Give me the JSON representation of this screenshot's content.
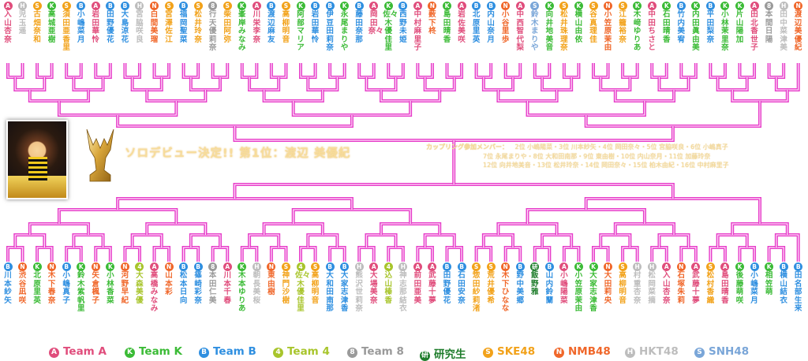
{
  "colors": {
    "bracket": "#e63cc8",
    "bracket_highlight": "#ffe0fb",
    "team_a": "#e04d7c",
    "team_k": "#3bbb36",
    "team_b": "#2f8fe0",
    "team_4": "#a8c52c",
    "team_8": "#9a9a9a",
    "kenkyusei": "#1f7d2c",
    "ske48": "#f2a21a",
    "nmb48": "#f0672a",
    "hkt48": "#bdbdbd",
    "snh48": "#7aa6d8"
  },
  "teams": {
    "A": {
      "mark": "A",
      "label": "Team A",
      "color": "#e04d7c"
    },
    "K": {
      "mark": "K",
      "label": "Team K",
      "color": "#3bbb36"
    },
    "B": {
      "mark": "B",
      "label": "Team B",
      "color": "#2f8fe0"
    },
    "4": {
      "mark": "4",
      "label": "Team 4",
      "color": "#a8c52c"
    },
    "8": {
      "mark": "8",
      "label": "Team 8",
      "color": "#9a9a9a"
    },
    "R": {
      "mark": "研",
      "label": "研究生",
      "color": "#1f7d2c"
    },
    "S": {
      "mark": "S",
      "label": "SKE48",
      "color": "#f2a21a"
    },
    "N": {
      "mark": "N",
      "label": "NMB48",
      "color": "#f0672a"
    },
    "H": {
      "mark": "H",
      "label": "HKT48",
      "color": "#bdbdbd"
    },
    "C": {
      "mark": "S",
      "label": "SNH48",
      "color": "#7aa6d8"
    }
  },
  "legend_order": [
    "A",
    "K",
    "B",
    "4",
    "8",
    "R",
    "S",
    "N",
    "H",
    "C"
  ],
  "top_entrants": [
    {
      "team": "A",
      "name": "入山杏奈"
    },
    {
      "team": "H",
      "name": "児玉遥"
    },
    {
      "team": "S",
      "name": "古畑奈和"
    },
    {
      "team": "K",
      "name": "高城亜樹"
    },
    {
      "team": "S",
      "name": "須田亜香里"
    },
    {
      "team": "B",
      "name": "小嶋菜月"
    },
    {
      "team": "A",
      "name": "岩田華怜"
    },
    {
      "team": "B",
      "name": "田野優花"
    },
    {
      "team": "B",
      "name": "大島涼花"
    },
    {
      "team": "H",
      "name": "宮脇咲良"
    },
    {
      "team": "N",
      "name": "白間美瑠"
    },
    {
      "team": "S",
      "name": "宮澤佐江"
    },
    {
      "team": "B",
      "name": "福岡聖菜"
    },
    {
      "team": "S",
      "name": "松井玲奈"
    },
    {
      "team": "8",
      "name": "行天優莉奈"
    },
    {
      "team": "S",
      "name": "柴田阿弥"
    },
    {
      "team": "K",
      "name": "峯岸みなみ"
    },
    {
      "team": "A",
      "name": "川栄李奈"
    },
    {
      "team": "B",
      "name": "渡辺麻友"
    },
    {
      "team": "S",
      "name": "高柳明音"
    },
    {
      "team": "K",
      "name": "阿部マリア"
    },
    {
      "team": "B",
      "name": "岩田華怜"
    },
    {
      "team": "B",
      "name": "伊豆田莉奈"
    },
    {
      "team": "K",
      "name": "永尾まりや"
    },
    {
      "team": "B",
      "name": "藤田奈那"
    },
    {
      "team": "A",
      "name": "岡田奈々"
    },
    {
      "team": "K",
      "name": "佐々木優佳里"
    },
    {
      "team": "B",
      "name": "西野未姫"
    },
    {
      "team": "A",
      "name": "中村麻里子"
    },
    {
      "team": "N",
      "name": "薮下柊"
    },
    {
      "team": "K",
      "name": "島田晴香"
    },
    {
      "team": "A",
      "name": "岩佐美咲"
    },
    {
      "team": "B",
      "name": "北原里英"
    },
    {
      "team": "B",
      "name": "内山奈月"
    },
    {
      "team": "N",
      "name": "小谷里歩"
    },
    {
      "team": "A",
      "name": "中西智代梨"
    },
    {
      "team": "C",
      "name": "鈴木まりや"
    },
    {
      "team": "K",
      "name": "向井地美音"
    },
    {
      "team": "S",
      "name": "松井珠理奈"
    },
    {
      "team": "K",
      "name": "横山由依"
    },
    {
      "team": "S",
      "name": "谷真理佳"
    },
    {
      "team": "N",
      "name": "小笠原茉由"
    },
    {
      "team": "S",
      "name": "江籠裕奈"
    },
    {
      "team": "K",
      "name": "木﨑ゆりあ"
    },
    {
      "team": "A",
      "name": "中田ちさと"
    },
    {
      "team": "K",
      "name": "石田晴香"
    },
    {
      "team": "B",
      "name": "竹内美宥"
    },
    {
      "team": "K",
      "name": "内田眞由美"
    },
    {
      "team": "B",
      "name": "平田梨奈"
    },
    {
      "team": "K",
      "name": "小林茉里奈"
    },
    {
      "team": "K",
      "name": "片山陽加"
    },
    {
      "team": "A",
      "name": "田北香世子"
    },
    {
      "team": "8",
      "name": "本間日陽"
    },
    {
      "team": "H",
      "name": "田中菜津美"
    },
    {
      "team": "N",
      "name": "渡辺美優紀"
    }
  ],
  "bottom_entrants": [
    {
      "team": "B",
      "name": "川本紗矢"
    },
    {
      "team": "N",
      "name": "渋谷凪咲"
    },
    {
      "team": "K",
      "name": "北原里英"
    },
    {
      "team": "N",
      "name": "木下春奈"
    },
    {
      "team": "B",
      "name": "小嶋真子"
    },
    {
      "team": "K",
      "name": "鈴木紫帆里"
    },
    {
      "team": "N",
      "name": "矢倉楓子"
    },
    {
      "team": "K",
      "name": "小林香菜"
    },
    {
      "team": "N",
      "name": "河野早紀"
    },
    {
      "team": "4",
      "name": "大森美優"
    },
    {
      "team": "A",
      "name": "高橋みなみ"
    },
    {
      "team": "N",
      "name": "山本彩"
    },
    {
      "team": "B",
      "name": "松本日向"
    },
    {
      "team": "B",
      "name": "篠崎彩奈"
    },
    {
      "team": "8",
      "name": "本田仁美"
    },
    {
      "team": "A",
      "name": "川本千春"
    },
    {
      "team": "K",
      "name": "木本ゆりあ"
    },
    {
      "team": "H",
      "name": "朝長美桜"
    },
    {
      "team": "N",
      "name": "東由樹"
    },
    {
      "team": "S",
      "name": "神門沙樹"
    },
    {
      "team": "4",
      "name": "佐々木優佳里"
    },
    {
      "team": "S",
      "name": "高柳明音"
    },
    {
      "team": "B",
      "name": "大和田南那"
    },
    {
      "team": "B",
      "name": "大家志津香"
    },
    {
      "team": "H",
      "name": "熊沢世莉奈"
    },
    {
      "team": "A",
      "name": "大場美奈"
    },
    {
      "team": "4",
      "name": "込山榛香"
    },
    {
      "team": "H",
      "name": "神志那結衣"
    },
    {
      "team": "A",
      "name": "前田亜美"
    },
    {
      "team": "A",
      "name": "武藤十夢"
    },
    {
      "team": "B",
      "name": "田野優花"
    },
    {
      "team": "B",
      "name": "石田安奈"
    },
    {
      "team": "S",
      "name": "惣田紗莉渚"
    },
    {
      "team": "S",
      "name": "荒井優希"
    },
    {
      "team": "N",
      "name": "木下ひなな"
    },
    {
      "team": "B",
      "name": "野中美郷"
    },
    {
      "team": "R",
      "name": "飯野雅"
    },
    {
      "team": "B",
      "name": "山内鈴蘭"
    },
    {
      "team": "A",
      "name": "小嶋陽菜"
    },
    {
      "team": "K",
      "name": "小笠原茉由"
    },
    {
      "team": "K",
      "name": "大家志津香"
    },
    {
      "team": "N",
      "name": "大田莉央"
    },
    {
      "team": "S",
      "name": "高柳明音"
    },
    {
      "team": "H",
      "name": "村重杏奈"
    },
    {
      "team": "H",
      "name": "松岡菜摘"
    },
    {
      "team": "A",
      "name": "入山杏奈"
    },
    {
      "team": "N",
      "name": "石塚朱莉"
    },
    {
      "team": "A",
      "name": "武藤十夢"
    },
    {
      "team": "S",
      "name": "松村香織"
    },
    {
      "team": "A",
      "name": "島田晴香"
    },
    {
      "team": "K",
      "name": "後藤萌咲"
    },
    {
      "team": "B",
      "name": "小嶋菜月"
    },
    {
      "team": "K",
      "name": "相笠萌"
    },
    {
      "team": "B",
      "name": "横山結衣"
    },
    {
      "team": "B",
      "name": "田名部生来"
    }
  ],
  "banner_text": "ソロデビュー決定!! 第1位：渡辺 美優紀",
  "couplings": {
    "label": "カップリング参加メンバー：",
    "lines": [
      "2位 小嶋陽菜・3位 川本紗矢・4位 岡田奈々・5位 宮脇咲良・6位 小嶋真子",
      "7位 永尾まりや・8位 大和田南那・9位 東由樹・10位 内山奈月・11位 加藤玲奈",
      "12位 向井地美音・13位 松井玲奈・14位 岡田奈々・15位 柏木由紀・16位 中村麻里子"
    ]
  },
  "legend": [
    "Team A",
    "Team K",
    "Team B",
    "Team 4",
    "Team 8",
    "研究生",
    "SKE48",
    "NMB48",
    "HKT48",
    "SNH48"
  ]
}
